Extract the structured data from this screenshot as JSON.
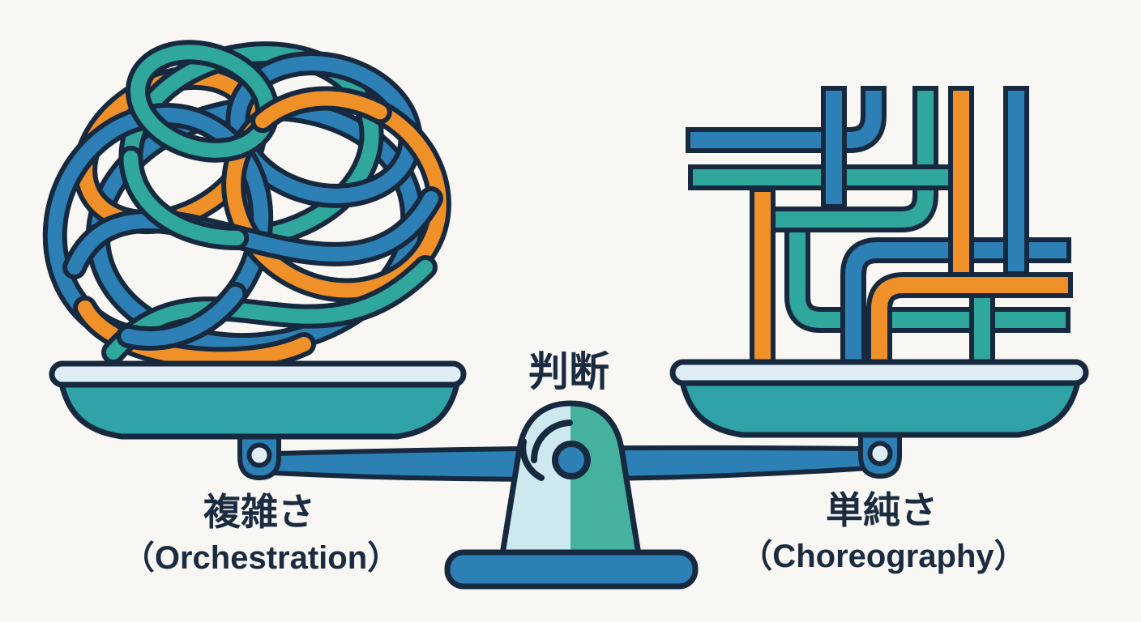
{
  "illustration": {
    "type": "balance-scale-comparison",
    "center_label": "判断",
    "left_side": {
      "pan_content": "tangled-knot",
      "label_jp": "複雑さ",
      "label_en": "（Orchestration）"
    },
    "right_side": {
      "pan_content": "organized-pipes",
      "label_jp": "単純さ",
      "label_en": "（Choreography）"
    }
  },
  "palette": {
    "navy": "#16293e",
    "blue": "#2d80b6",
    "teal": "#2fa79c",
    "pan-teal": "#2fa3a8",
    "orange": "#ef9029",
    "rim": "#dfeef5",
    "dome-light": "#cde8ee",
    "dome-teal": "#45b2a0",
    "bg": "#f8f7f3",
    "text": "#1b2b40"
  }
}
